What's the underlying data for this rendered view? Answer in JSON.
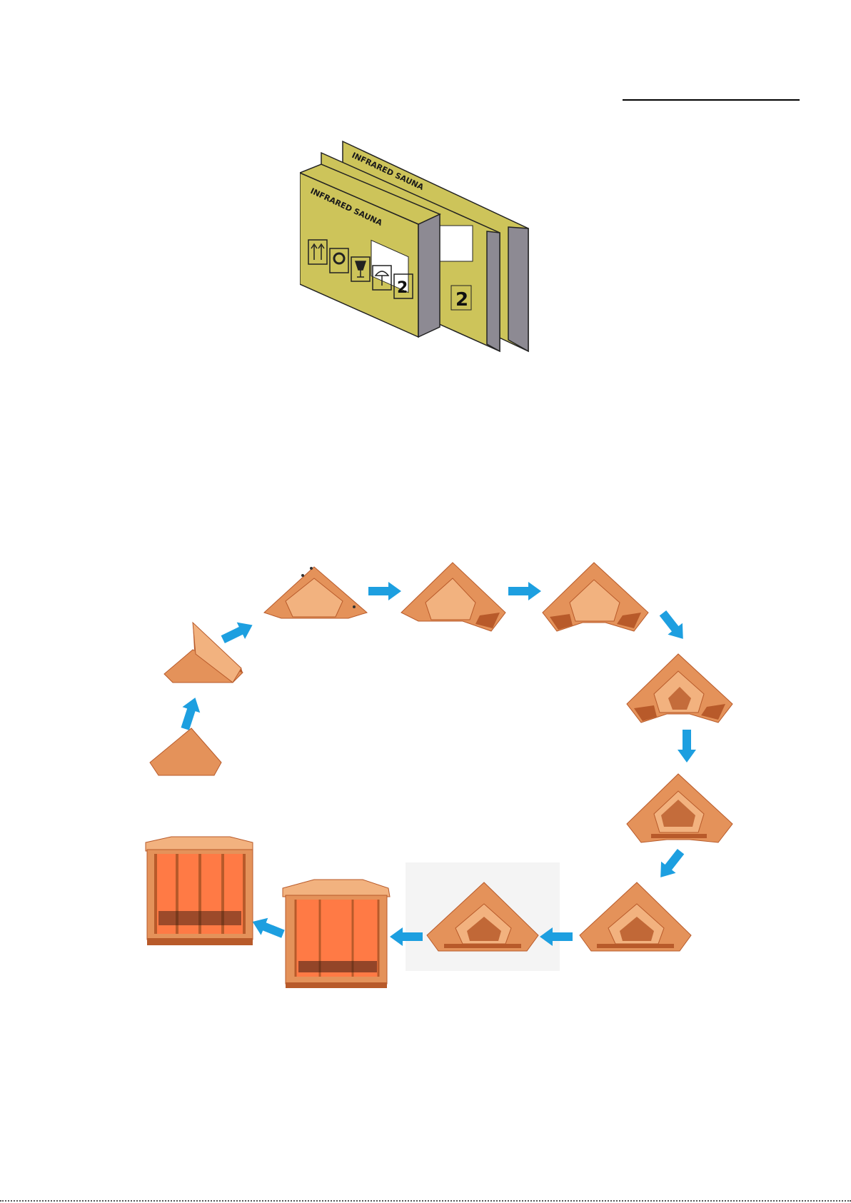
{
  "package": {
    "box_label": "INFRARED SAUNA",
    "box_count_mark": "2",
    "colors": {
      "box_face": "#cdc45a",
      "box_side": "#8d8a93",
      "box_edge": "#222222"
    },
    "icons": [
      "this-way-up-icon",
      "handle-with-care-icon",
      "fragile-glass-icon",
      "keep-dry-umbrella-icon",
      "stack-limit-icon",
      "no-hooks-icon"
    ]
  },
  "assembly": {
    "step_count": 11,
    "colors": {
      "wood": "#e4925a",
      "wood_dark": "#b85a2a",
      "wood_light": "#f2b27f",
      "arrow": "#1d9fe0",
      "interior_glow": "#ff7a45"
    },
    "icons": [
      "floor-panel-icon",
      "corner-wall-icon",
      "arrow-icon",
      "finished-sauna-icon"
    ]
  }
}
